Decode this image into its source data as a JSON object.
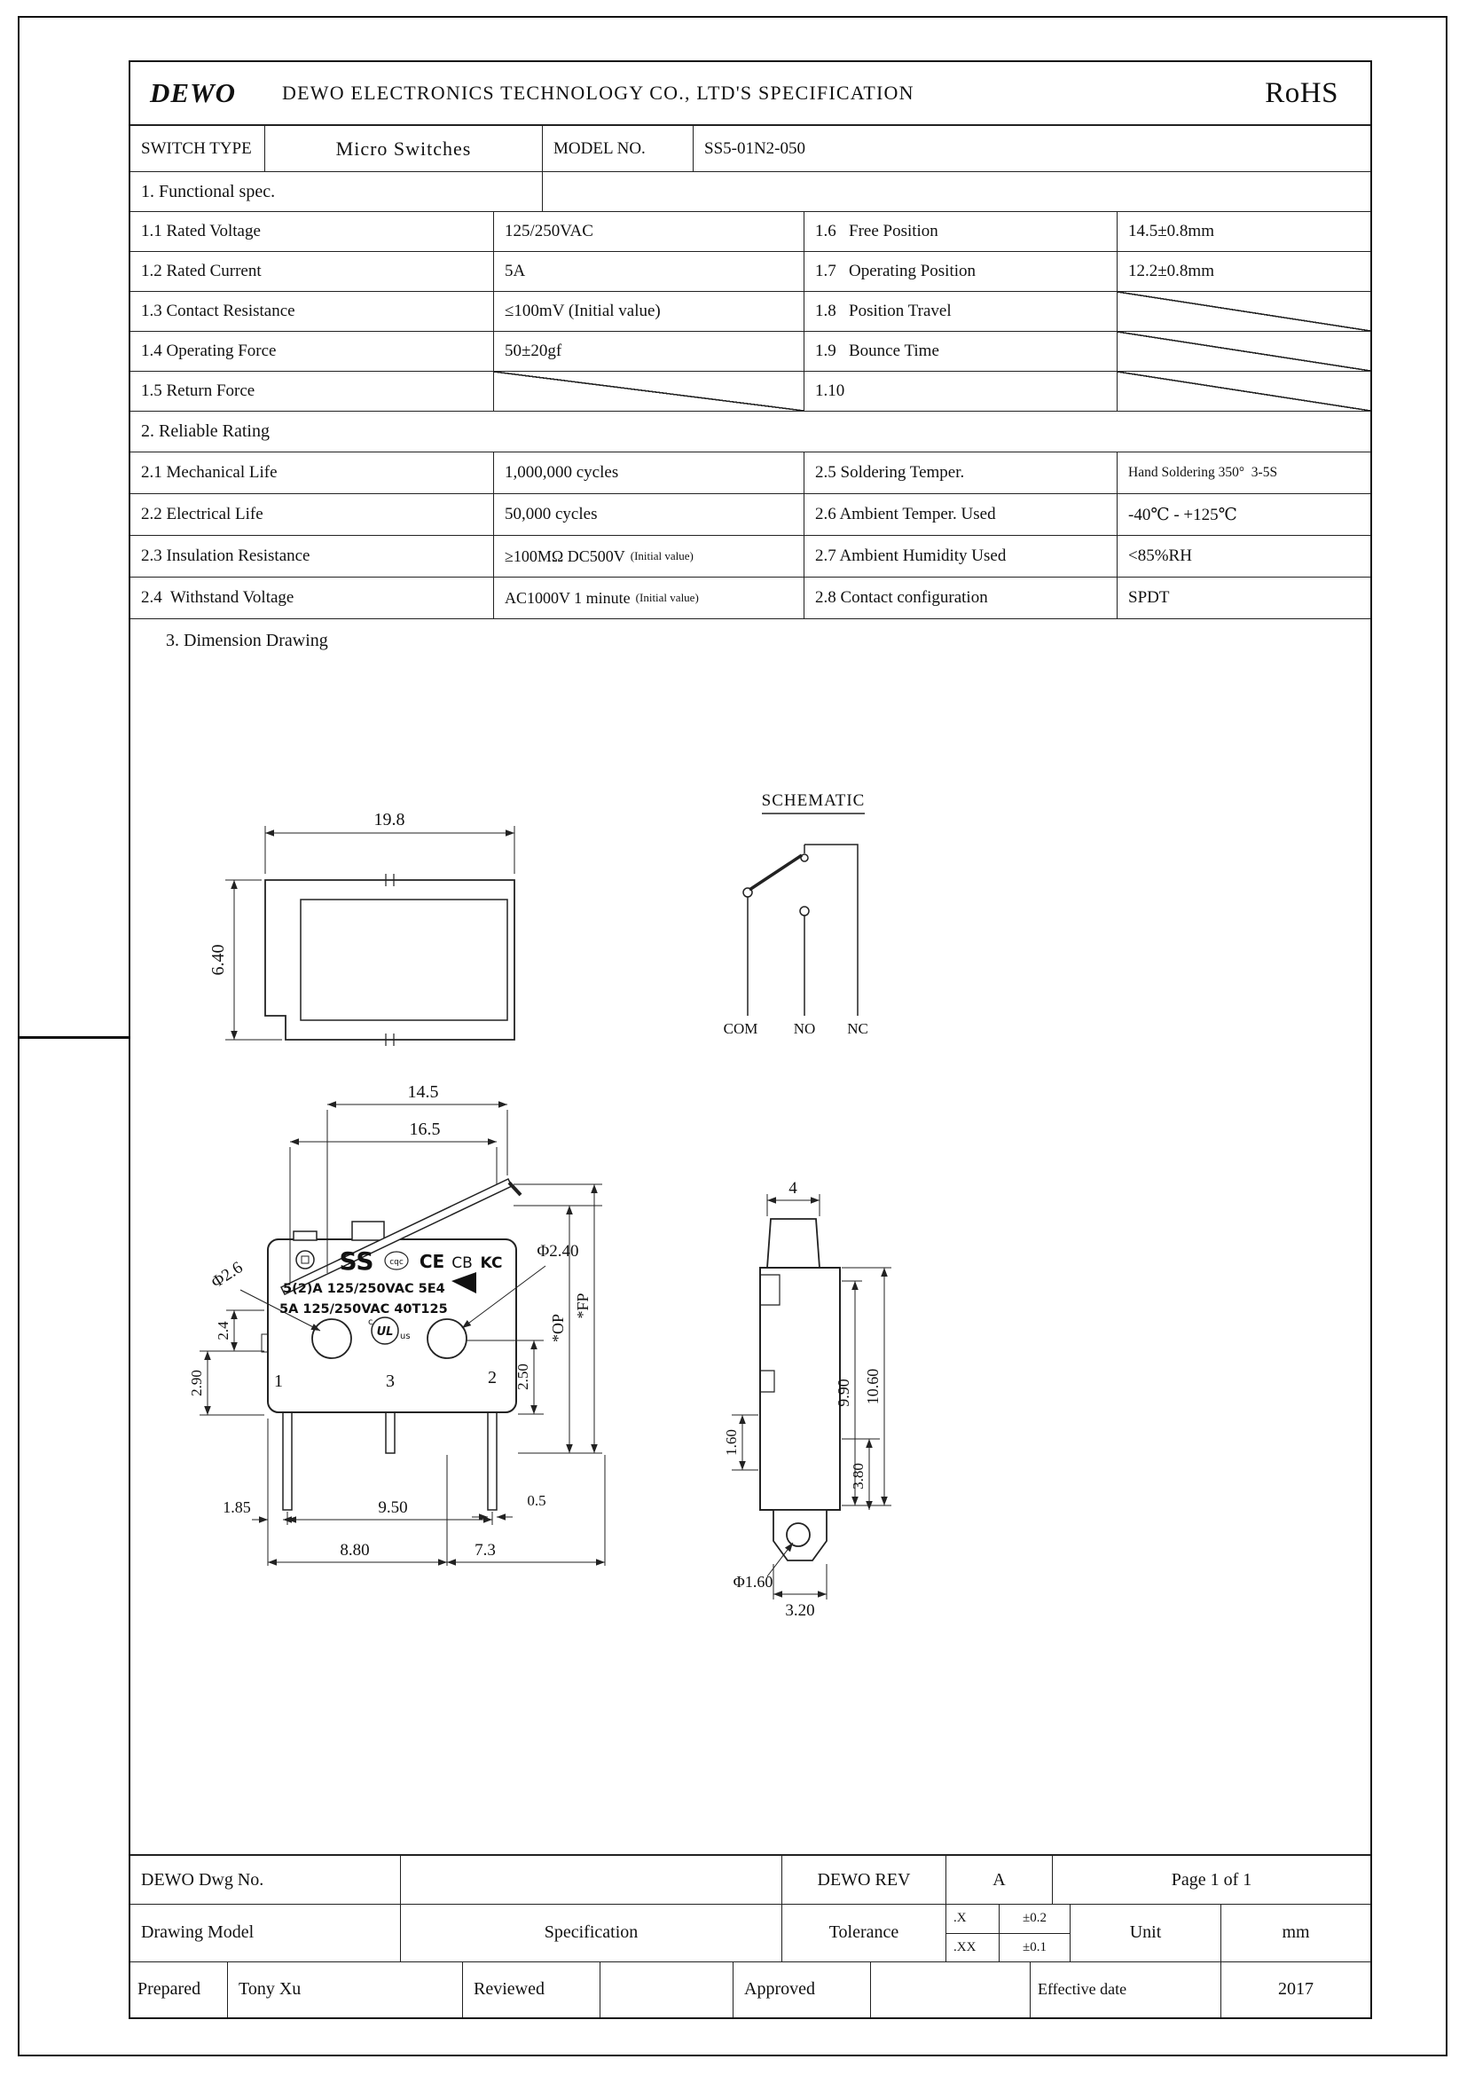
{
  "header": {
    "logo": "DEWO",
    "title": "DEWO ELECTRONICS TECHNOLOGY CO., LTD'S SPECIFICATION",
    "rohs": "RoHS"
  },
  "model_row": {
    "switch_type_label": "SWITCH TYPE",
    "switch_type_value": "Micro Switches",
    "model_no_label": "MODEL NO.",
    "model_no_value": "SS5-01N2-050"
  },
  "section1": {
    "title": "1.  Functional spec.",
    "rows": [
      {
        "l_label": "1.1 Rated Voltage",
        "l_value": "125/250VAC",
        "r_label": "1.6   Free Position",
        "r_value": "14.5±0.8mm"
      },
      {
        "l_label": "1.2 Rated Current",
        "l_value": "5A",
        "r_label": "1.7   Operating Position",
        "r_value": "12.2±0.8mm"
      },
      {
        "l_label": "1.3 Contact Resistance",
        "l_value": "≤100mV (Initial value)",
        "r_label": "1.8   Position Travel",
        "r_value": ""
      },
      {
        "l_label": "1.4 Operating Force",
        "l_value": "50±20gf",
        "r_label": "1.9   Bounce Time",
        "r_value": ""
      },
      {
        "l_label": "1.5 Return Force",
        "l_value": "",
        "r_label": "1.10",
        "r_value": ""
      }
    ]
  },
  "section2": {
    "title": "2.  Reliable Rating",
    "rows": [
      {
        "l_label": "2.1 Mechanical Life",
        "l_value": "1,000,000 cycles",
        "r_label": "2.5 Soldering Temper.",
        "r_value": "Hand Soldering 350°  3-5S"
      },
      {
        "l_label": "2.2 Electrical Life",
        "l_value": "50,000 cycles",
        "r_label": "2.6 Ambient Temper. Used",
        "r_value": "-40℃ - +125℃"
      },
      {
        "l_label": "2.3 Insulation Resistance",
        "l_value": "≥100MΩ DC500V",
        "l_note": "(Initial value)",
        "r_label": "2.7 Ambient Humidity Used",
        "r_value": "<85%RH"
      },
      {
        "l_label": "2.4  Withstand Voltage",
        "l_value": "AC1000V 1 minute",
        "l_note": "(Initial value)",
        "r_label": "2.8 Contact configuration",
        "r_value": "SPDT"
      }
    ]
  },
  "drawing": {
    "section_title": "3.  Dimension Drawing",
    "profile": {
      "dim_w": "19.8",
      "dim_h": "6.40"
    },
    "schematic": {
      "title": "SCHEMATIC",
      "com": "COM",
      "no": "NO",
      "nc": "NC"
    },
    "front": {
      "dim_a": "14.5",
      "dim_b": "16.5",
      "dia_left_hole": "Φ2.6",
      "dia_right_hole": "Φ2.40",
      "dim_290": "2.90",
      "dim_24": "2.4",
      "dim_250": "2.50",
      "op": "*OP",
      "fp": "*FP",
      "dim_185": "1.85",
      "dim_950": "9.50",
      "dim_05": "0.5",
      "dim_880": "8.80",
      "dim_73": "7.3",
      "brand": "SS",
      "cqc": "cqc",
      "ce": "CE",
      "cb": "CB",
      "kc": "KC",
      "rating1": "5(2)A 125/250VAC 5E4",
      "rating2": "5A 125/250VAC 40T125",
      "ul": "UL",
      "ul_c": "c",
      "ul_us": "us",
      "pin1": "1",
      "pin3": "3",
      "pin2": "2"
    },
    "side": {
      "dim_4": "4",
      "dim_990": "9.90",
      "dim_1060": "10.60",
      "dim_160": "1.60",
      "dim_380": "3.80",
      "dia_160": "Φ1.60",
      "dim_320": "3.20"
    }
  },
  "footer": {
    "dwg_no_label": "DEWO Dwg No.",
    "rev_label": "DEWO REV",
    "rev_value": "A",
    "page": "Page 1 of 1",
    "drawing_model_label": "Drawing Model",
    "drawing_model_value": "Specification",
    "tolerance_label": "Tolerance",
    "tol_x_label": ".X",
    "tol_x_value": "±0.2",
    "tol_xx_label": ".XX",
    "tol_xx_value": "±0.1",
    "unit_label": "Unit",
    "unit_value": "mm",
    "prepared_label": "Prepared",
    "prepared_value": "Tony Xu",
    "reviewed_label": "Reviewed",
    "approved_label": "Approved",
    "effective_date_label": "Effective date",
    "effective_date_value": "2017"
  }
}
